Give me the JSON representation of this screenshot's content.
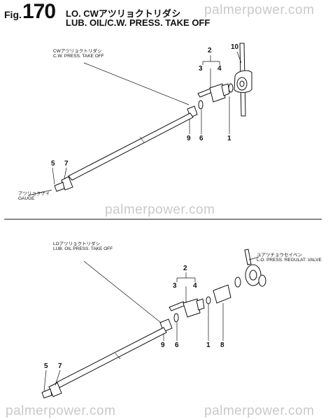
{
  "header": {
    "prefix": "Fig.",
    "number": "170",
    "title_jp": "LO. CWアツリョクトリダシ",
    "title_en": "LUB. OIL/C.W. PRESS. TAKE OFF"
  },
  "top_section": {
    "caption_jp": "CWアツリョクトリダシ",
    "caption_en": "C.W. PRESS. TAKE OFF",
    "gauge_jp": "アツリョクケイ",
    "gauge_en": "GAUGE",
    "parts": [
      "2",
      "3",
      "4",
      "10",
      "9",
      "6",
      "1",
      "5",
      "7"
    ]
  },
  "bottom_section": {
    "caption_jp": "LOアツリョクトリダシ",
    "caption_en": "LUB. OIL PRESS. TAKE OFF",
    "valve_jp": "ユアツチョウセイベン",
    "valve_en": "L.O. PRESS. REGULAT. VALVE",
    "parts": [
      "2",
      "3",
      "4",
      "9",
      "6",
      "1",
      "8",
      "5",
      "7"
    ]
  },
  "watermarks": [
    "palmerpower.com",
    "palmerpower.com",
    "palmerpower.com",
    "palmerpower.com"
  ]
}
